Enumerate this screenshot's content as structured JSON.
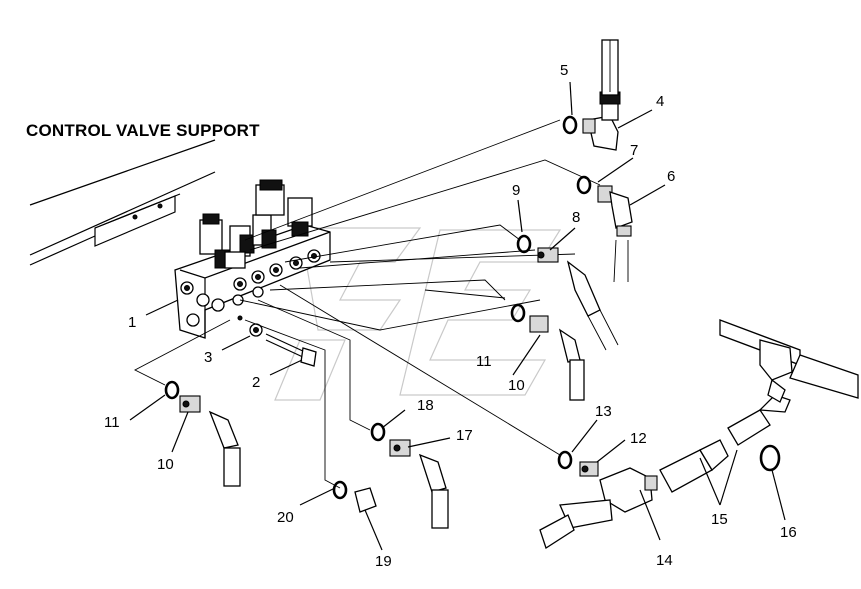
{
  "title": "CONTROL VALVE SUPPORT",
  "callouts": [
    {
      "id": "c1",
      "text": "1"
    },
    {
      "id": "c2",
      "text": "2"
    },
    {
      "id": "c3",
      "text": "3"
    },
    {
      "id": "c4",
      "text": "4"
    },
    {
      "id": "c5",
      "text": "5"
    },
    {
      "id": "c6",
      "text": "6"
    },
    {
      "id": "c7",
      "text": "7"
    },
    {
      "id": "c8",
      "text": "8"
    },
    {
      "id": "c9",
      "text": "9"
    },
    {
      "id": "c10a",
      "text": "10"
    },
    {
      "id": "c10b",
      "text": "10"
    },
    {
      "id": "c11a",
      "text": "11"
    },
    {
      "id": "c11b",
      "text": "11"
    },
    {
      "id": "c12",
      "text": "12"
    },
    {
      "id": "c13",
      "text": "13"
    },
    {
      "id": "c14",
      "text": "14"
    },
    {
      "id": "c15",
      "text": "15"
    },
    {
      "id": "c16",
      "text": "16"
    },
    {
      "id": "c17",
      "text": "17"
    },
    {
      "id": "c18",
      "text": "18"
    },
    {
      "id": "c19",
      "text": "19"
    },
    {
      "id": "c20",
      "text": "20"
    }
  ]
}
